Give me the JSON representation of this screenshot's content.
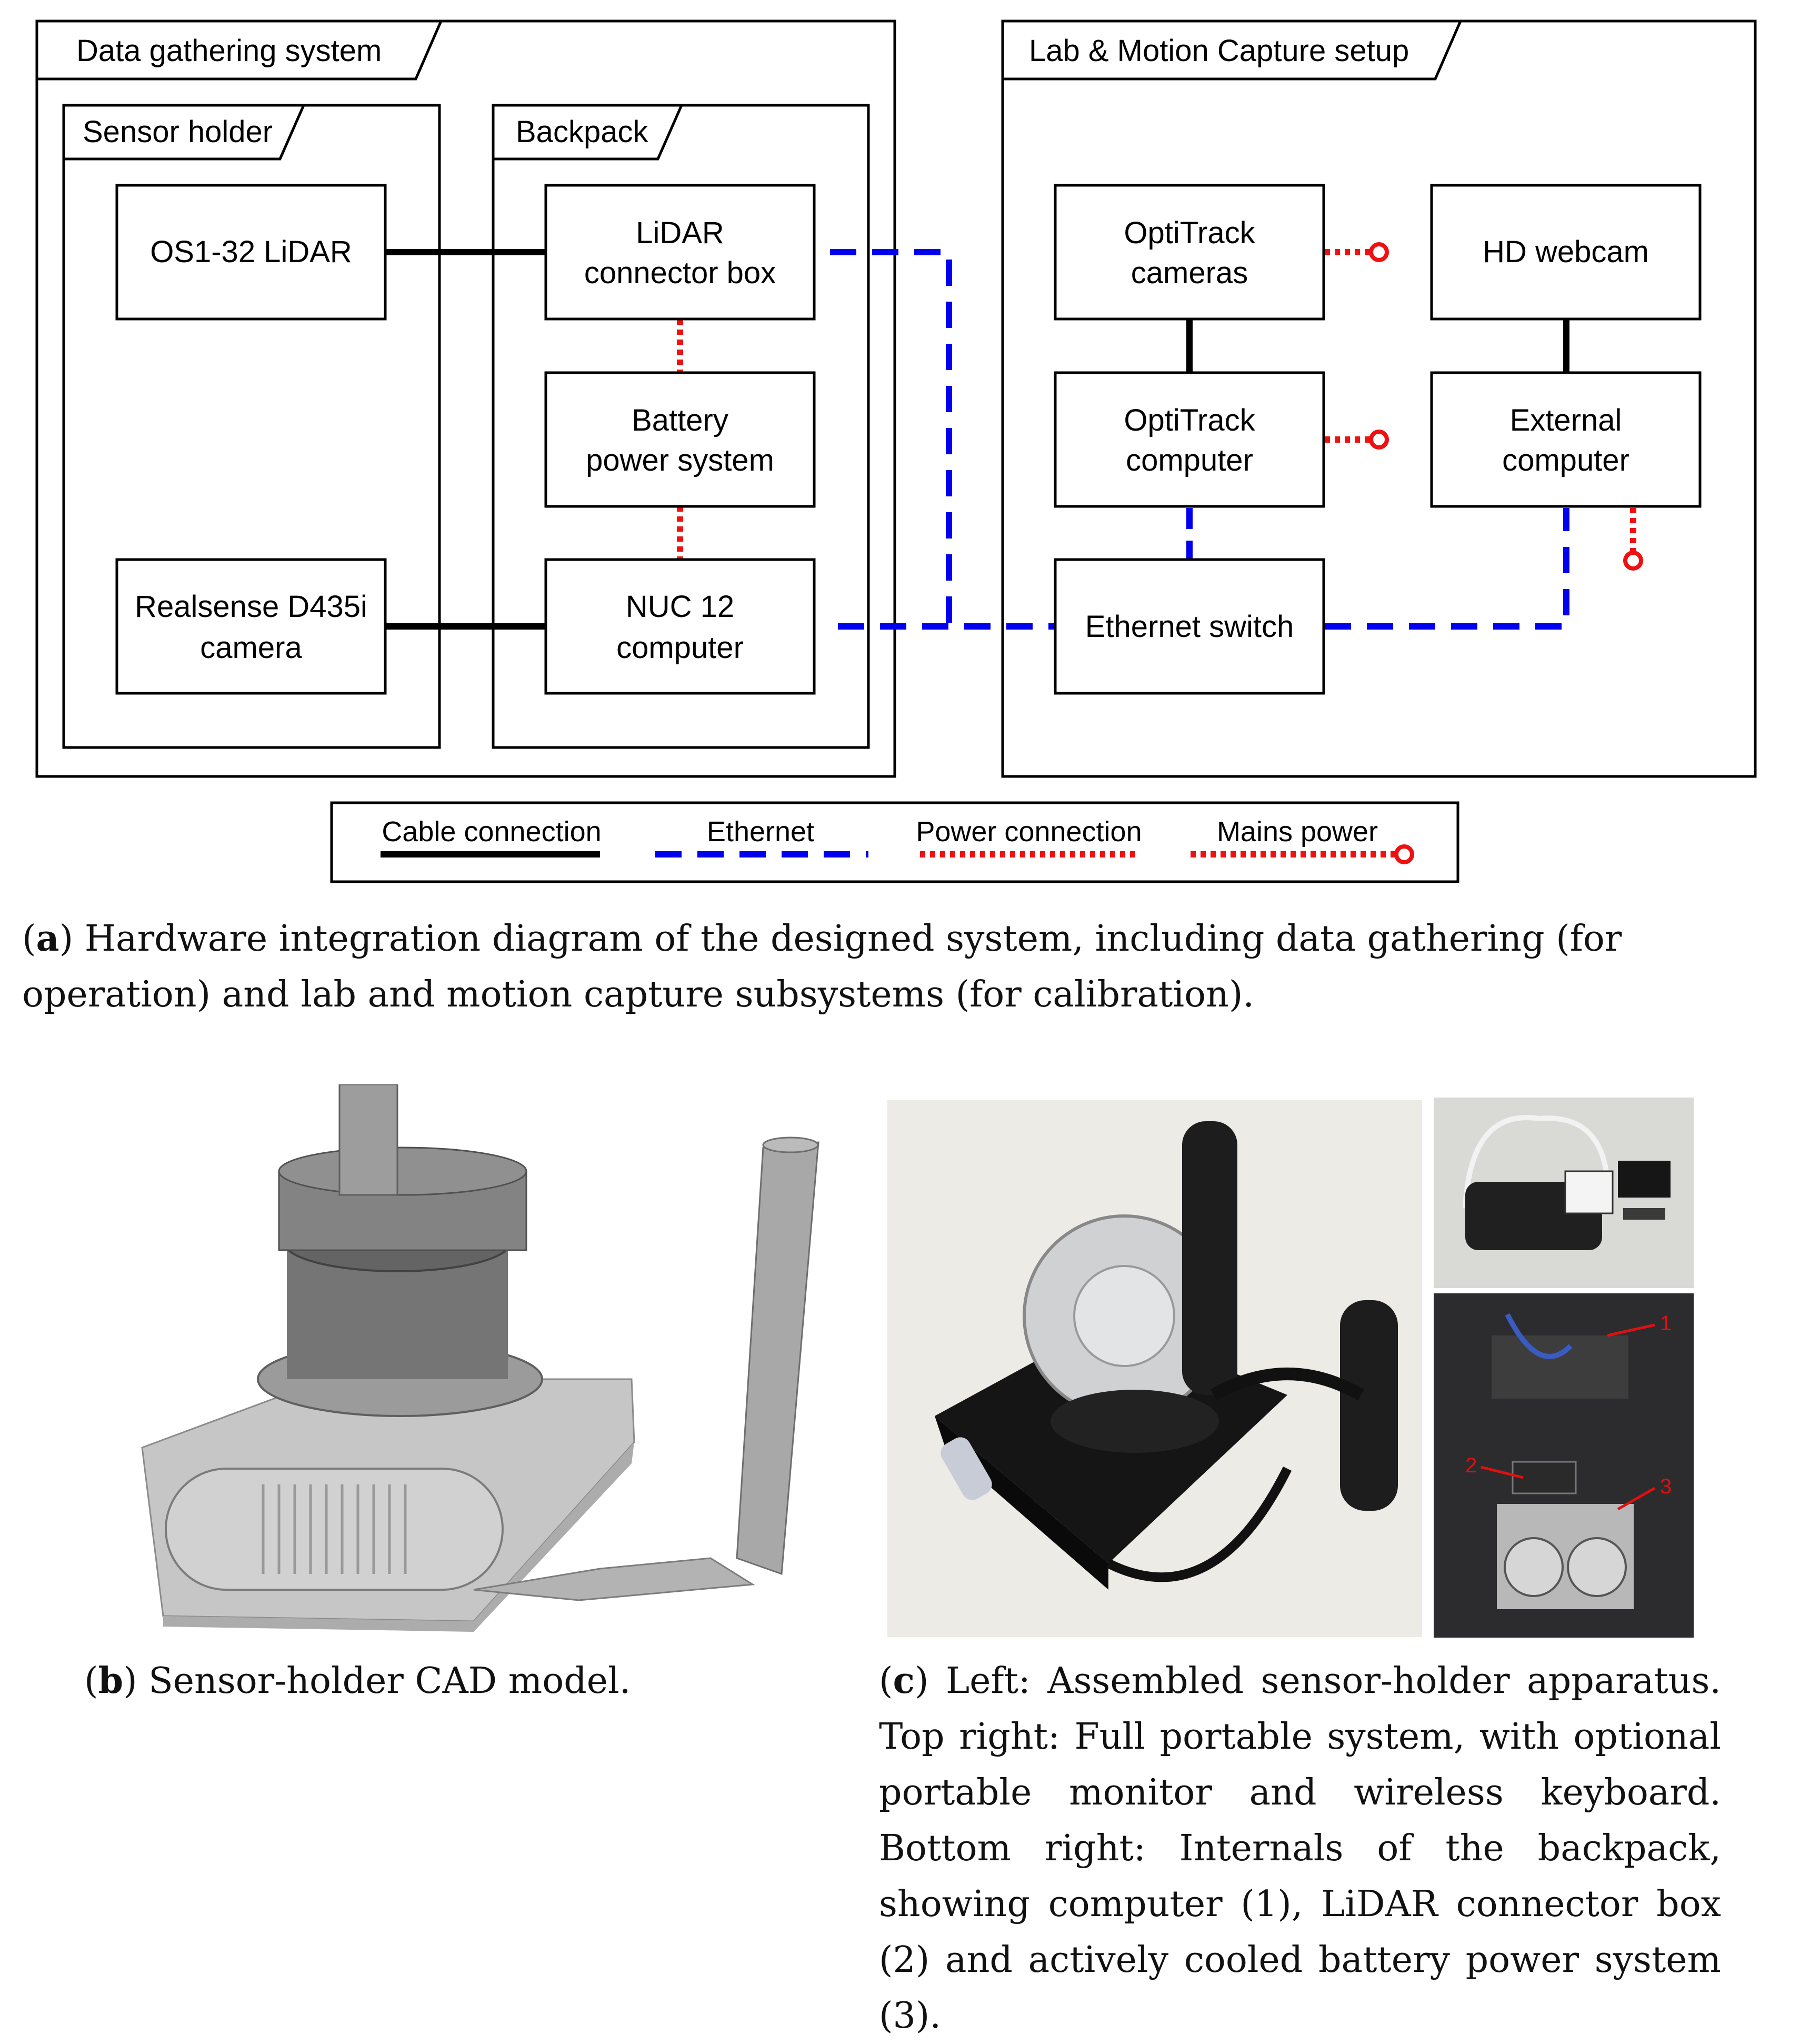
{
  "diagram": {
    "groups": {
      "data_gathering": "Data gathering system",
      "sensor_holder": "Sensor holder",
      "backpack": "Backpack",
      "lab": "Lab & Motion Capture setup"
    },
    "nodes": {
      "os1": [
        "OS1-32 LiDAR"
      ],
      "realsense": [
        "Realsense D435i",
        "camera"
      ],
      "lidar_box": [
        "LiDAR",
        "connector box"
      ],
      "battery": [
        "Battery",
        "power system"
      ],
      "nuc": [
        "NUC 12",
        "computer"
      ],
      "optitrack_cameras": [
        "OptiTrack",
        "cameras"
      ],
      "hd_webcam": [
        "HD webcam"
      ],
      "optitrack_computer": [
        "OptiTrack",
        "computer"
      ],
      "external_computer": [
        "External",
        "computer"
      ],
      "ethernet_switch": [
        "Ethernet switch"
      ]
    },
    "edges": [
      {
        "from": "os1",
        "to": "lidar_box",
        "type": "cable"
      },
      {
        "from": "realsense",
        "to": "nuc",
        "type": "cable"
      },
      {
        "from": "lidar_box",
        "to": "battery",
        "type": "power"
      },
      {
        "from": "battery",
        "to": "nuc",
        "type": "power"
      },
      {
        "from": "lidar_box",
        "to": "ethernet_switch",
        "type": "ethernet"
      },
      {
        "from": "nuc",
        "to": "ethernet_switch",
        "type": "ethernet"
      },
      {
        "from": "optitrack_cameras",
        "to": "optitrack_computer",
        "type": "cable"
      },
      {
        "from": "hd_webcam",
        "to": "external_computer",
        "type": "cable"
      },
      {
        "from": "optitrack_computer",
        "to": "ethernet_switch",
        "type": "ethernet"
      },
      {
        "from": "ethernet_switch",
        "to": "external_computer",
        "type": "ethernet"
      },
      {
        "from": "optitrack_cameras",
        "to": "mains",
        "type": "mains"
      },
      {
        "from": "optitrack_computer",
        "to": "mains",
        "type": "mains"
      },
      {
        "from": "external_computer",
        "to": "mains",
        "type": "mains"
      }
    ],
    "legend": {
      "cable": "Cable connection",
      "ethernet": "Ethernet",
      "power": "Power connection",
      "mains": "Mains power"
    },
    "colors": {
      "cable": "#000000",
      "ethernet": "#0000ee",
      "power": "#ee1111",
      "mains": "#ee1111"
    }
  },
  "captions": {
    "a_label": "a",
    "a_text": " Hardware integration diagram of the designed system, including data gathering (for operation) and lab and motion capture subsystems (for calibration).",
    "b_label": "b",
    "b_text": " Sensor-holder CAD model.",
    "c_label": "c",
    "c_text": " Left: Assembled sensor-holder apparatus. Top right: Full portable system, with optional portable monitor and wireless keyboard. Bottom right: Internals of the backpack, showing computer (1), LiDAR connector box (2) and actively cooled battery power system (3)."
  },
  "photo_annotations": [
    "1",
    "2",
    "3"
  ],
  "images": {
    "cad": "sensor-holder CAD render",
    "left_photo": "assembled sensor-holder apparatus photo",
    "top_right_photo": "full portable system photo",
    "bottom_right_photo": "backpack internals photo"
  }
}
